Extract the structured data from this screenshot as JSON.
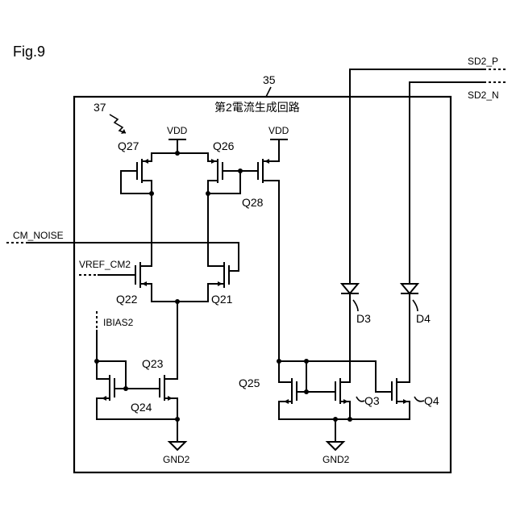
{
  "figure_label": "Fig.9",
  "block": {
    "number": "35",
    "title": "第2電流生成回路",
    "subcircuit_ref": "37"
  },
  "nets": {
    "vdd_left": "VDD",
    "vdd_right": "VDD",
    "gnd_left": "GND2",
    "gnd_right": "GND2",
    "cm_noise": "CM_NOISE",
    "vref": "VREF_CM2",
    "ibias": "IBIAS2",
    "sd2_p": "SD2_P",
    "sd2_n": "SD2_N"
  },
  "transistors": {
    "q21": "Q21",
    "q22": "Q22",
    "q23": "Q23",
    "q24": "Q24",
    "q25": "Q25",
    "q26": "Q26",
    "q27": "Q27",
    "q28": "Q28",
    "q3": "Q3",
    "q4": "Q4"
  },
  "diodes": {
    "d3": "D3",
    "d4": "D4"
  }
}
